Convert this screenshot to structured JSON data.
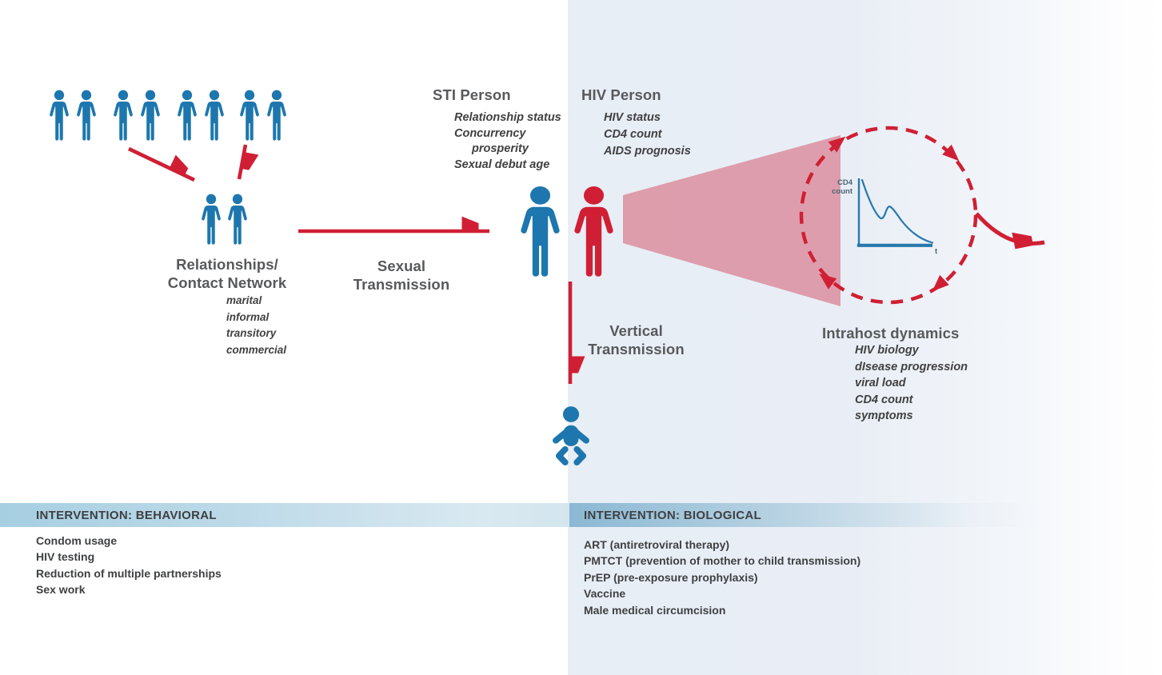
{
  "colors": {
    "person_blue": "#1d77ae",
    "accent_red": "#d01f34",
    "cone_pink": "rgba(206,45,70,0.42)",
    "heading_gray": "#58595b",
    "text_dark": "#414042",
    "bg_right_panel": "#e9eef5",
    "bar_behavioral_left": "#a6cfe1",
    "bar_biological_left": "#8cb8d3",
    "chart_blue": "#2779ab",
    "chart_label": "#4b6572"
  },
  "population": {
    "group_person_count": 8,
    "selected_pair_count": 2
  },
  "nodes": {
    "sti_person": {
      "title": "STI Person",
      "attributes": [
        "Relationship status",
        "Concurrency",
        "prosperity",
        "Sexual debut age"
      ]
    },
    "hiv_person": {
      "title": "HIV Person",
      "attributes": [
        "HIV status",
        "CD4 count",
        "AIDS prognosis"
      ]
    },
    "relationships": {
      "title_lines": [
        "Relationships/",
        "Contact Network"
      ],
      "attributes": [
        "marital",
        "informal",
        "transitory",
        "commercial"
      ]
    },
    "sexual_transmission": {
      "title_lines": [
        "Sexual",
        "Transmission"
      ]
    },
    "vertical_transmission": {
      "title_lines": [
        "Vertical",
        "Transmission"
      ]
    },
    "intrahost": {
      "title": "Intrahost dynamics",
      "attributes": [
        "HIV biology",
        "dIsease progression",
        "viral load",
        "CD4 count",
        "symptoms"
      ]
    }
  },
  "inset_chart": {
    "type": "line",
    "ylabel_lines": [
      "CD4",
      "count"
    ],
    "xlabel": "t",
    "normalized_points": [
      [
        0,
        1.0
      ],
      [
        0.26,
        0.41
      ],
      [
        0.3,
        0.38
      ],
      [
        0.36,
        0.61
      ],
      [
        0.55,
        0.3
      ],
      [
        0.78,
        0.12
      ],
      [
        1.0,
        0.05
      ]
    ],
    "description": "CD4 count over time: steep initial decline, brief rebound, then gradual decline"
  },
  "interventions": {
    "behavioral": {
      "header": "INTERVENTION: BEHAVIORAL",
      "items": [
        "Condom usage",
        "HIV testing",
        "Reduction of multiple partnerships",
        "Sex work"
      ]
    },
    "biological": {
      "header": "INTERVENTION: BIOLOGICAL",
      "items": [
        "ART (antiretroviral therapy)",
        "PMTCT (prevention of mother to child transmission)",
        "PrEP (pre-exposure prophylaxis)",
        "Vaccine",
        "Male medical circumcision"
      ]
    }
  },
  "icons": {
    "person": "person-icon",
    "baby": "baby-icon",
    "loop": "clockwise-loop-arrows-icon",
    "arrow": "red-arrow-icon"
  }
}
